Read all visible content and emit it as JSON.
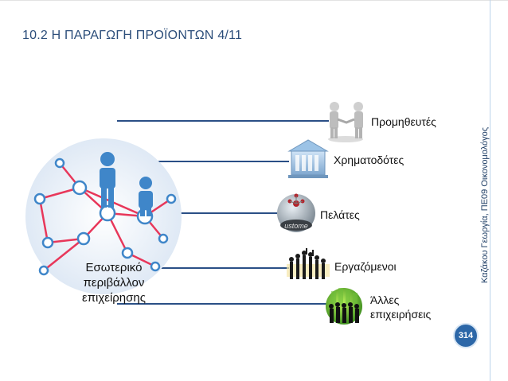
{
  "slide": {
    "title": "10.2 Η ΠΑΡΑΓΩΓΗ ΠΡΟΪΟΝΤΩΝ 4/11",
    "author_vertical": "Καζάκου Γεωργία, ΠΕ09 Οικονομολόγος",
    "page_number": "314"
  },
  "internal": {
    "line1": "Εσωτερικό",
    "line2": "περιβάλλον",
    "line3": "επιχείρησης"
  },
  "stakeholders": [
    {
      "label": "Προμηθευτές",
      "icon": "handshake-icon"
    },
    {
      "label": "Χρηματοδότες",
      "icon": "bank-building-icon"
    },
    {
      "label": "Πελάτες",
      "icon": "customer-sphere-icon"
    },
    {
      "label": "Εργαζόμενοι",
      "icon": "workers-silhouettes-icon"
    },
    {
      "label_line1": "Άλλες",
      "label_line2": "επιχειρήσεις",
      "icon": "business-people-globe-icon"
    }
  ],
  "colors": {
    "title": "#2b4d7a",
    "connector": "#2a4f86",
    "badge": "#2c67a8",
    "network_edges": "#e8375a",
    "network_people": "#3f86c9"
  }
}
